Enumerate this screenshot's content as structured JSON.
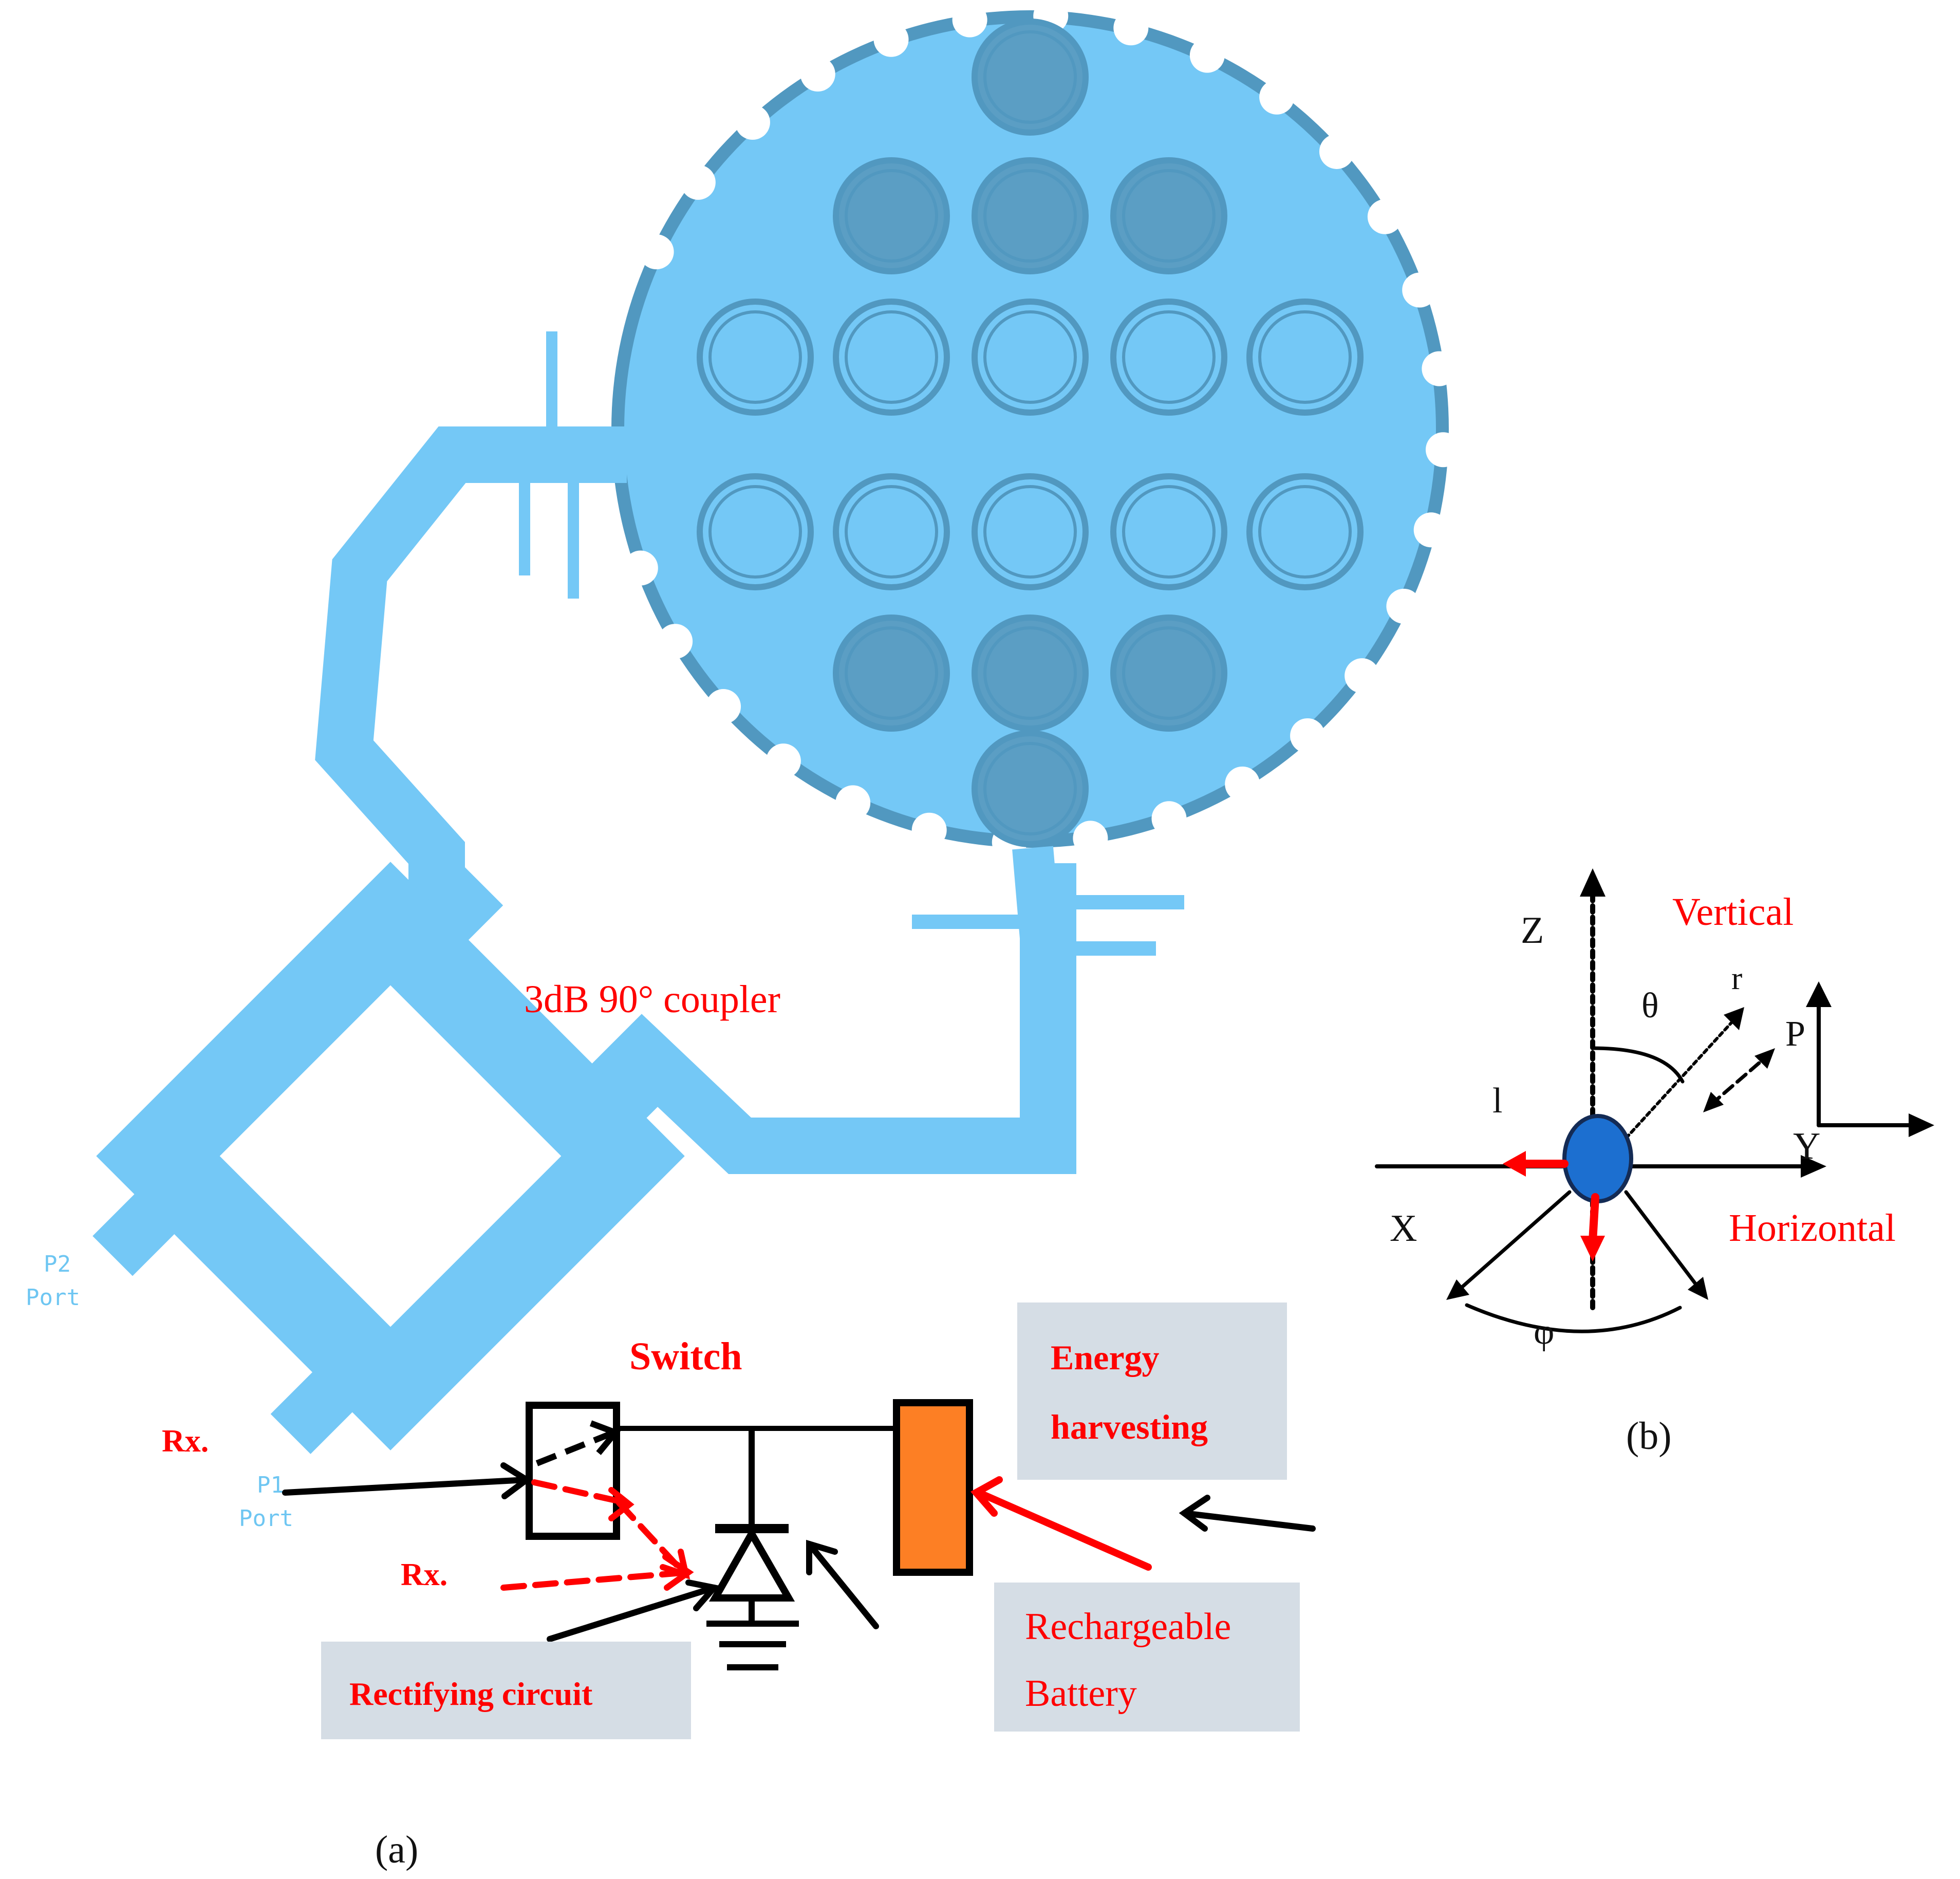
{
  "colors": {
    "substrate": "#74c8f6",
    "substrate_edge": "#5198c0",
    "circuit": "#000000",
    "label_red": "#ff0000",
    "battery_fill": "#fd7f24",
    "box_fill": "#d5dde5",
    "dipole_fill": "#1c6fd0"
  },
  "labels": {
    "coupler": "3dB 90° coupler",
    "port1_cn": "P1",
    "port1": "Port",
    "port2_cn": "P2",
    "port2": "Port",
    "switch": "Switch",
    "rx_top": "Rx.",
    "rx_bottom": "Rx.",
    "energy_line1": "Energy",
    "energy_line2": "harvesting",
    "rectifying": "Rectifying circuit",
    "battery_line1": "Rechargeable",
    "battery_line2": "Battery",
    "caption_a": "(a)",
    "caption_b": "(b)",
    "axis_z": "Z",
    "axis_x": "X",
    "axis_y": "Y",
    "axis_p": "P",
    "vertical": "Vertical",
    "horizontal": "Horizontal",
    "theta": "θ",
    "phi": "φ",
    "r": "r",
    "l": "l"
  }
}
